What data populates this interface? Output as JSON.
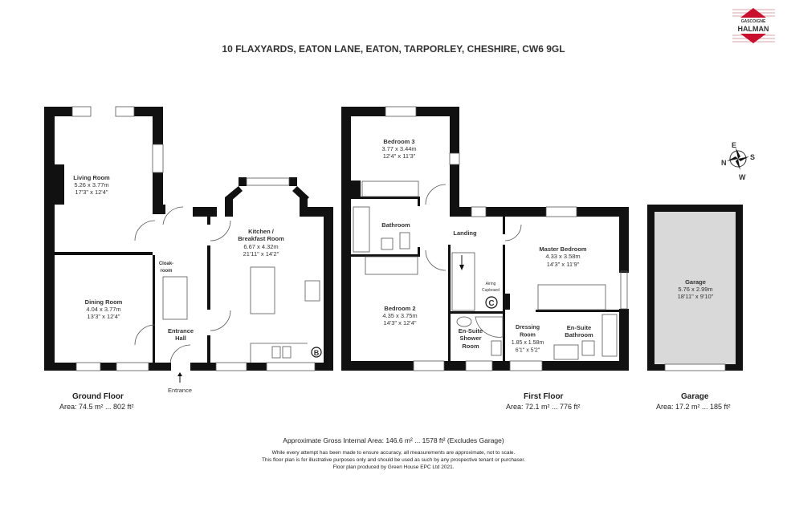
{
  "title": "10 FLAXYARDS, EATON LANE, EATON, TARPORLEY, CHESHIRE, CW6 9GL",
  "logo": {
    "line1": "GASCOIGNE",
    "line2": "HALMAN",
    "color": "#c8102e"
  },
  "compass": {
    "n": "N",
    "e": "E",
    "s": "S",
    "w": "W"
  },
  "ground_floor": {
    "label": "Ground Floor",
    "area": "Area: 74.5 m² ... 802 ft²",
    "entrance": "Entrance",
    "rooms": [
      {
        "name": "Living Room",
        "metric": "5.26 x 3.77m",
        "imperial": "17'3\" x 12'4\""
      },
      {
        "name": "Dining Room",
        "metric": "4.04 x 3.77m",
        "imperial": "13'3\" x 12'4\""
      },
      {
        "name": "Kitchen /",
        "name2": "Breakfast Room",
        "metric": "6.67 x 4.32m",
        "imperial": "21'11\" x 14'2\""
      },
      {
        "name": "Entrance",
        "name2": "Hall"
      },
      {
        "name": "Cloak-",
        "name2": "room"
      }
    ],
    "boiler": "B"
  },
  "first_floor": {
    "label": "First Floor",
    "area": "Area: 72.1 m² ... 776 ft²",
    "rooms": [
      {
        "name": "Bedroom 3",
        "metric": "3.77 x 3.44m",
        "imperial": "12'4\" x 11'3\""
      },
      {
        "name": "Bathroom"
      },
      {
        "name": "Landing"
      },
      {
        "name": "Bedroom 2",
        "metric": "4.35 x 3.75m",
        "imperial": "14'3\" x 12'4\""
      },
      {
        "name": "Master Bedroom",
        "metric": "4.33 x 3.58m",
        "imperial": "14'3\" x 11'9\""
      },
      {
        "name": "Airing",
        "name2": "Cupboard"
      },
      {
        "name": "En-Suite",
        "name2": "Shower",
        "name3": "Room"
      },
      {
        "name": "Dressing",
        "name2": "Room",
        "metric": "1.85 x 1.58m",
        "imperial": "6'1\" x 5'2\""
      },
      {
        "name": "En-Suite",
        "name2": "Bathroom"
      }
    ],
    "cylinder": "C"
  },
  "garage": {
    "label": "Garage",
    "area": "Area: 17.2 m² ... 185 ft²",
    "room": {
      "name": "Garage",
      "metric": "5.76 x 2.99m",
      "imperial": "18'11\" x 9'10\""
    }
  },
  "footer": {
    "gross": "Approximate Gross Internal Area: 146.6 m² ... 1578 ft² (Excludes Garage)",
    "disclaimer1": "While every attempt has been made to ensure accuracy, all measurements are approximate, not to scale.",
    "disclaimer2": "This floor plan is for illustrative purposes only and should be used as such by any prospective tenant or purchaser.",
    "disclaimer3": "Floor plan produced by Green House EPC Ltd 2021."
  }
}
